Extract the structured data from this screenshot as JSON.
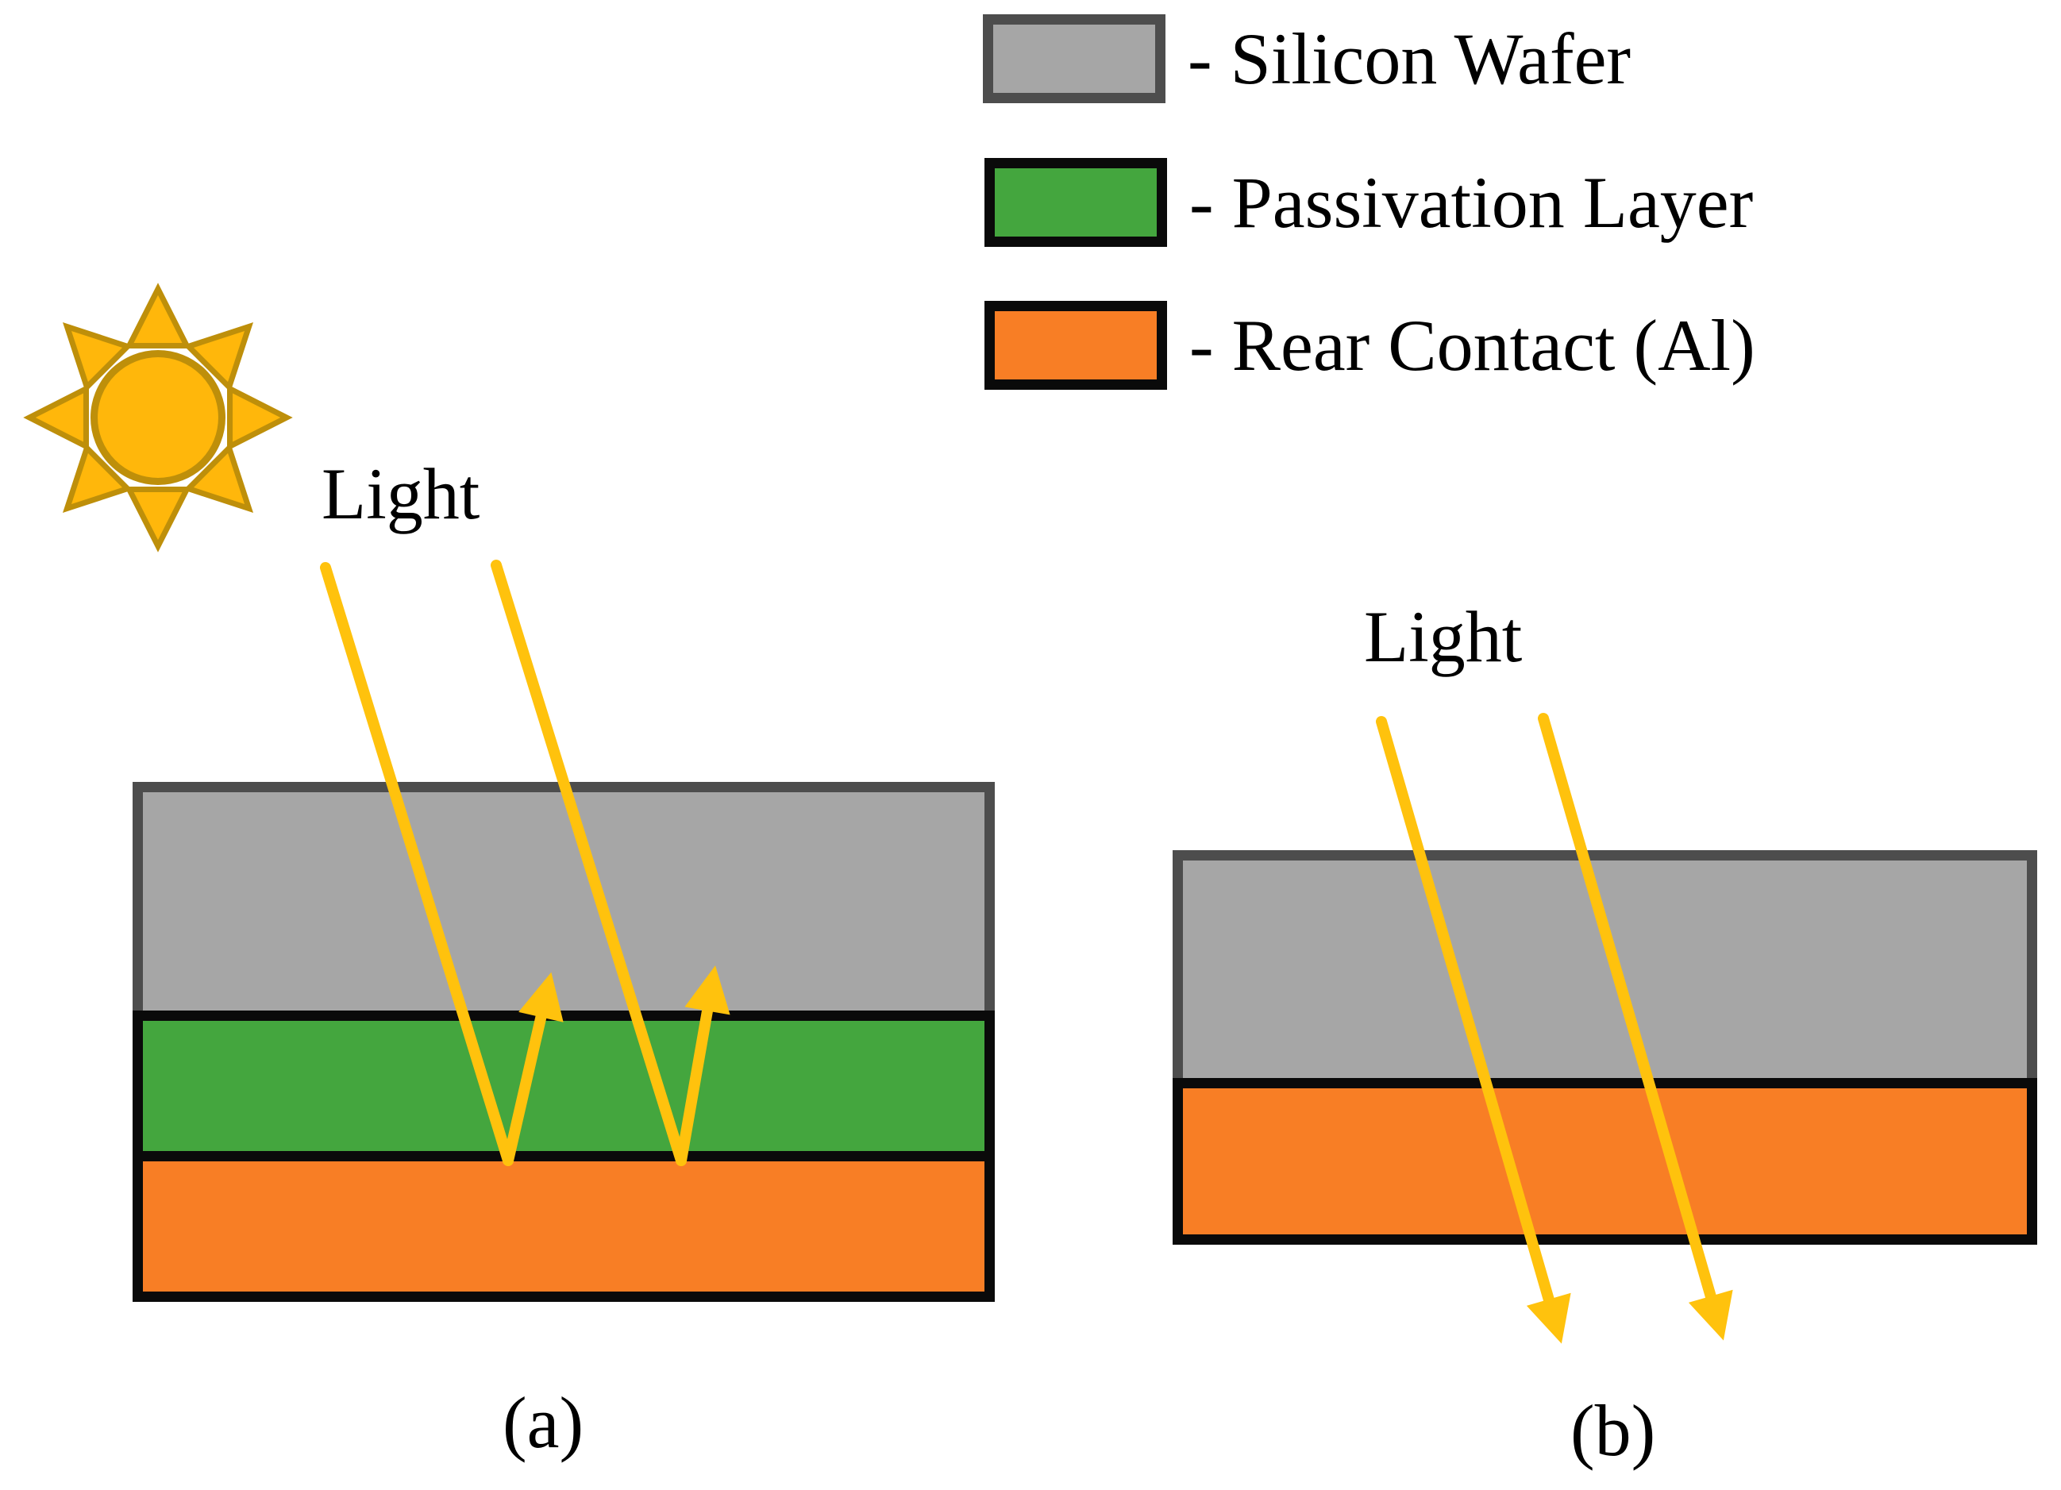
{
  "figure": {
    "legend": {
      "items": [
        {
          "label": "- Silicon Wafer",
          "swatch_color": "#A6A6A6",
          "swatch_border": "#4D4D4D"
        },
        {
          "label": "- Passivation Layer",
          "swatch_color": "#44A63E",
          "swatch_border": "#0A0A0A"
        },
        {
          "label": "- Rear Contact (Al)",
          "swatch_color": "#F87E25",
          "swatch_border": "#0A0A0A"
        }
      ]
    },
    "panel_a": {
      "light_label": "Light",
      "caption": "(a)",
      "layers_top_to_bottom": [
        "Silicon Wafer",
        "Passivation Layer",
        "Rear Contact (Al)"
      ]
    },
    "panel_b": {
      "light_label": "Light",
      "caption": "(b)",
      "layers_top_to_bottom": [
        "Silicon Wafer",
        "Rear Contact (Al)"
      ]
    },
    "colors": {
      "silicon_gray": "#A6A6A6",
      "silicon_border_gray": "#4D4D4D",
      "passivation_green": "#44A63E",
      "rear_contact_orange": "#F87E25",
      "outline_black": "#0A0A0A",
      "light_ray_yellow": "#FFC20D",
      "sun_fill": "#FFB70B",
      "sun_stroke": "#BE8F0A"
    }
  }
}
